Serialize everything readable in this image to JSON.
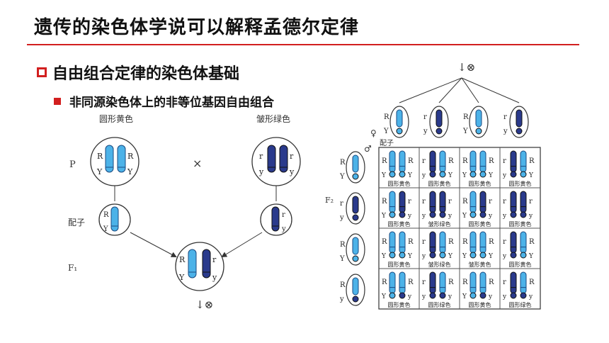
{
  "title": "遗传的染色体学说可以解释孟德尔定律",
  "section": "自由组合定律的染色体基础",
  "subsection": "非同源染色体上的非等位基因自由组合",
  "left": {
    "parent1_label": "圆形黄色",
    "parent2_label": "皱形绿色",
    "p_label": "P",
    "gamete_label": "配子",
    "f1_label": "F₁",
    "cross_symbol": "×",
    "self_symbol": "↓⊗"
  },
  "right": {
    "top_symbol": "↓⊗",
    "female_label": "♀",
    "male_label": "♂",
    "gamete_label": "配子",
    "f2_label": "F₂",
    "female_gametes": [
      [
        "R",
        "Y"
      ],
      [
        "r",
        "y"
      ],
      [
        "R",
        "Y"
      ],
      [
        "r",
        "y"
      ]
    ],
    "male_gametes": [
      [
        "R",
        "Y"
      ],
      [
        "r",
        "y"
      ],
      [
        "R",
        "Y"
      ],
      [
        "R",
        "y"
      ]
    ],
    "phenotypes": [
      [
        "圆形黄色",
        "圆形黄色",
        "圆形黄色",
        "圆形黄色"
      ],
      [
        "圆形黄色",
        "皱形绿色",
        "圆形黄色",
        "圆形黄色"
      ],
      [
        "圆形黄色",
        "皱形绿色",
        "皱形黄色",
        "圆形黄色"
      ],
      [
        "圆形黄色",
        "圆形绿色",
        "圆形黄色",
        "圆形绿色"
      ]
    ]
  }
}
